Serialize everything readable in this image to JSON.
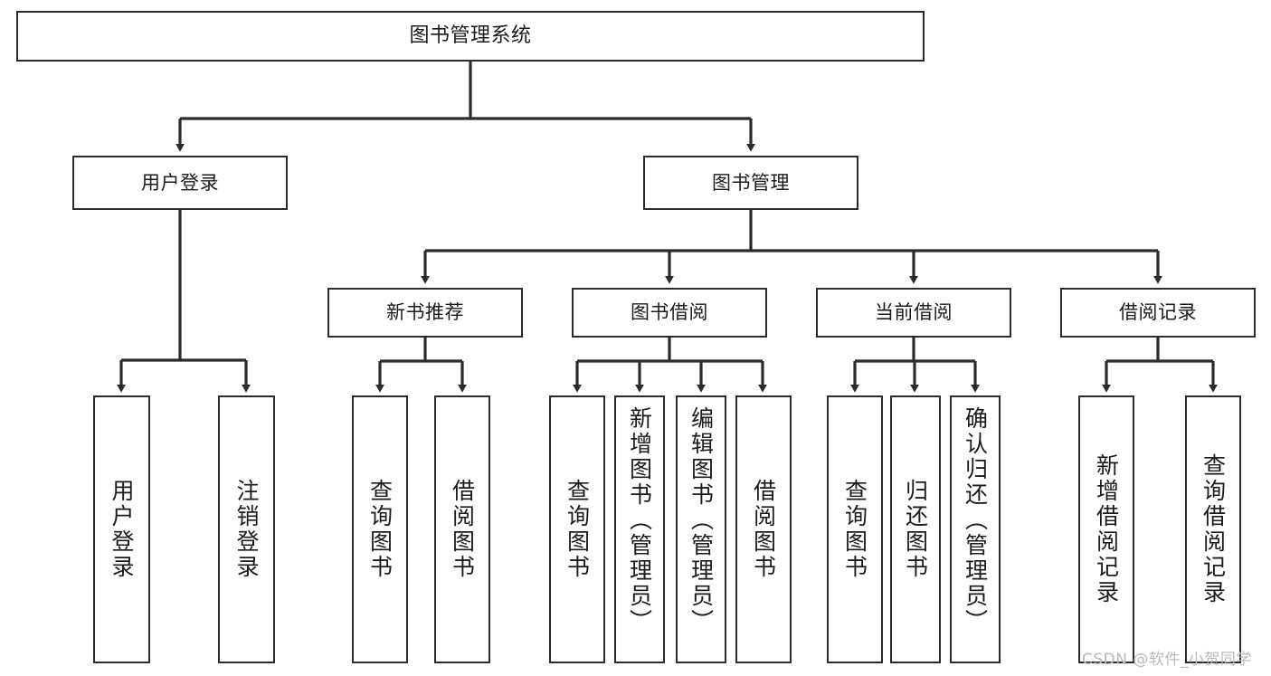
{
  "diagram": {
    "type": "hierarchy-tree",
    "title": "图书管理系统",
    "root": {
      "label": "图书管理系统"
    },
    "level2": [
      {
        "label": "用户登录"
      },
      {
        "label": "图书管理"
      }
    ],
    "level3": [
      {
        "label": "新书推荐"
      },
      {
        "label": "图书借阅"
      },
      {
        "label": "当前借阅"
      },
      {
        "label": "借阅记录"
      }
    ],
    "leaves": {
      "user_login": [
        {
          "label": "用户登录"
        },
        {
          "label": "注销登录"
        }
      ],
      "new_book_recommend": [
        {
          "label": "查询图书"
        },
        {
          "label": "借阅图书"
        }
      ],
      "book_borrow": [
        {
          "label": "查询图书"
        },
        {
          "label": "新增图书（管理员）"
        },
        {
          "label": "编辑图书（管理员）"
        },
        {
          "label": "借阅图书"
        }
      ],
      "current_borrow": [
        {
          "label": "查询图书"
        },
        {
          "label": "归还图书"
        },
        {
          "label": "确认归还（管理员）"
        }
      ],
      "borrow_record": [
        {
          "label": "新增借阅记录"
        },
        {
          "label": "查询借阅记录"
        }
      ]
    }
  },
  "watermark": {
    "text": "CSDN @软件_小贺同学"
  },
  "colors": {
    "border": "#2b2b2b",
    "background": "#ffffff",
    "text": "#1b1b1b",
    "watermark": "#b9b9b9"
  }
}
